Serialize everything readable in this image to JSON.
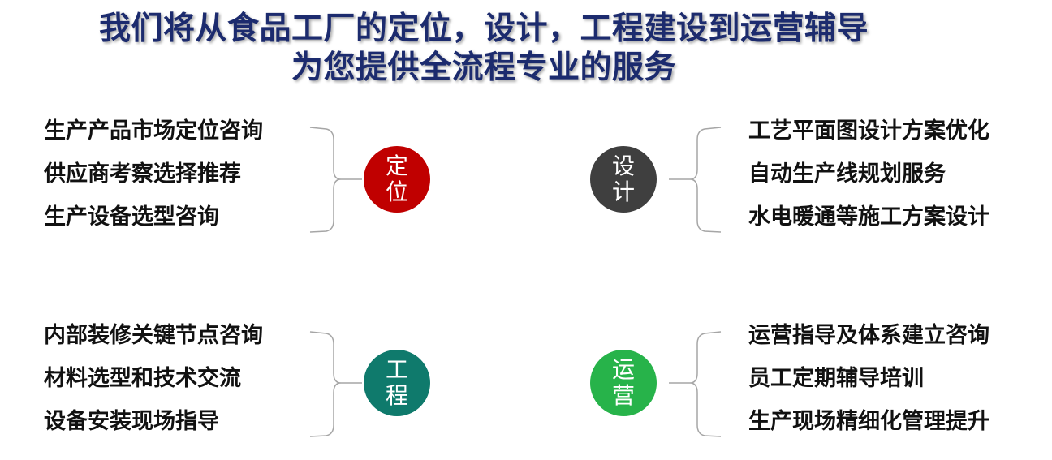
{
  "title": {
    "line1": "我们将从食品工厂的定位，设计，工程建设到运营辅导",
    "line2": "为您提供全流程专业的服务"
  },
  "colors": {
    "title": "#1c2b6e",
    "positioning": "#c00000",
    "design": "#3f3f3f",
    "engineering": "#0f7a6c",
    "operation": "#27b34a"
  },
  "quadrants": {
    "positioning": {
      "char1": "定",
      "char2": "位",
      "items": [
        "生产产品市场定位咨询",
        "供应商考察选择推荐",
        "生产设备选型咨询"
      ]
    },
    "design": {
      "char1": "设",
      "char2": "计",
      "items": [
        "工艺平面图设计方案优化",
        "自动生产线规划服务",
        "水电暖通等施工方案设计"
      ]
    },
    "engineering": {
      "char1": "工",
      "char2": "程",
      "items": [
        "内部装修关键节点咨询",
        "材料选型和技术交流",
        "设备安装现场指导"
      ]
    },
    "operation": {
      "char1": "运",
      "char2": "营",
      "items": [
        "运营指导及体系建立咨询",
        "员工定期辅导培训",
        "生产现场精细化管理提升"
      ]
    }
  }
}
